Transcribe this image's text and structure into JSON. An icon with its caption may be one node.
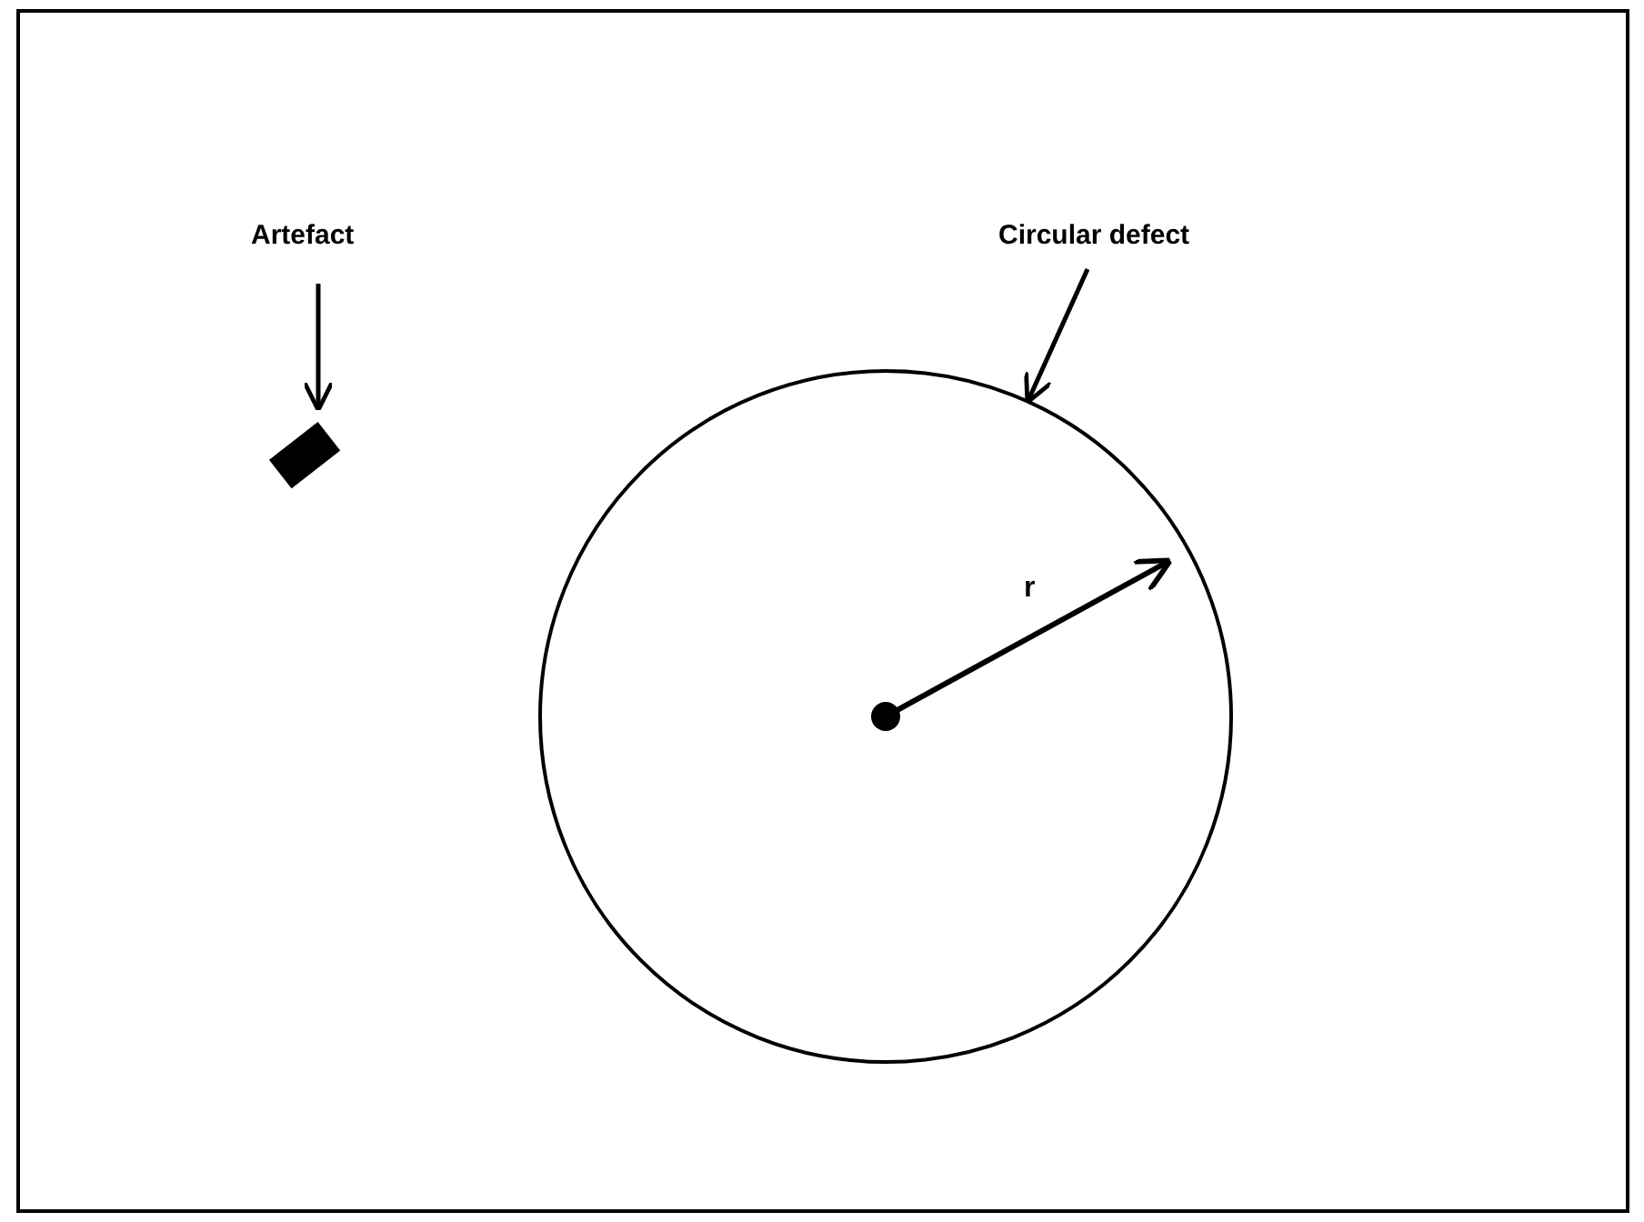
{
  "diagram": {
    "nodes": [
      {
        "text": [
          "Artefact"
        ]
      },
      {
        "text": [],
        "shape": "box"
      },
      {
        "text": [
          "Circular defect"
        ]
      },
      {
        "text": [],
        "shape": "circle"
      }
    ],
    "edges": [
      {
        "from": 0,
        "to": 1,
        "arrow": "to"
      },
      {
        "from": 2,
        "to": 3,
        "arrow": "to"
      }
    ],
    "labels": [
      "r"
    ]
  }
}
